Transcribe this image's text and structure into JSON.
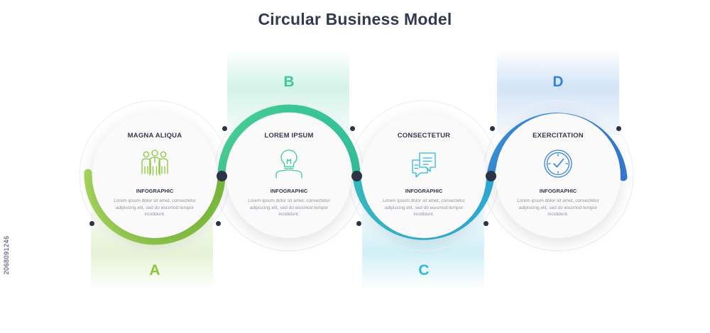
{
  "title": "Circular Business Model",
  "stock_id": "2068091246",
  "colors": {
    "a": "#8cc63f",
    "b": "#3dc99a",
    "c": "#31b8d8",
    "d": "#3784d6",
    "text": "#333a4f",
    "muted": "#8f94a3"
  },
  "steps": [
    {
      "letter": "A",
      "title": "MAGNA ALIQUA",
      "icon": "people-group-icon",
      "subtitle": "INFOGRAPHIC",
      "body": "Lorem ipsum dolor sit amet, consectetur adipiscing elit, sed do eiusmod tempor incididunt."
    },
    {
      "letter": "B",
      "title": "LOREM IPSUM",
      "icon": "person-lightbulb-icon",
      "subtitle": "Infographic",
      "body": "Lorem ipsum dolor sit amet, consectetur adipiscing elit, sed do eiusmod tempor incididunt."
    },
    {
      "letter": "C",
      "title": "CONSECTETUR",
      "icon": "chat-bubbles-icon",
      "subtitle": "Infographic",
      "body": "Lorem ipsum dolor sit amet, consectetur adipiscing elit, sed do eiusmod tempor incididunt."
    },
    {
      "letter": "D",
      "title": "EXERCITATION",
      "icon": "clock-icon",
      "subtitle": "INFOGRAPHIC",
      "body": "Lorem ipsum dolor sit amet, consectetur adipiscing elit, sed do eiusmod tempor incididunt."
    }
  ]
}
